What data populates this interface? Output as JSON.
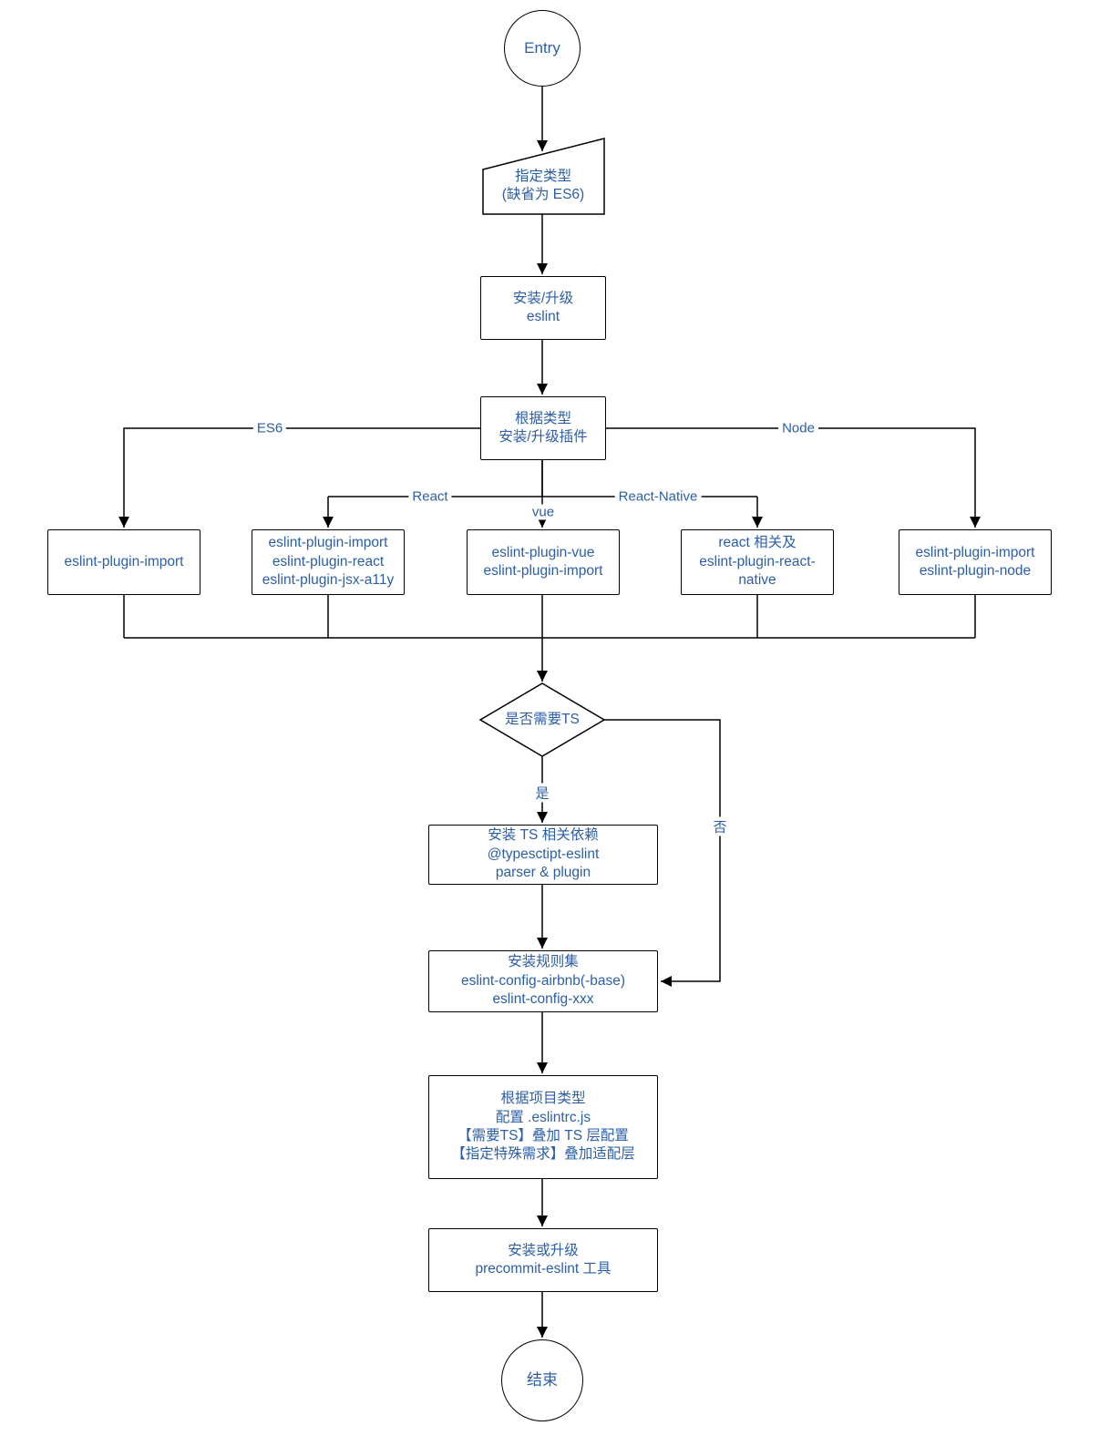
{
  "diagram": {
    "nodes": {
      "entry": {
        "label": "Entry"
      },
      "specify_type": {
        "label": "指定类型\n(缺省为 ES6)"
      },
      "install_eslint": {
        "label": "安装/升级\neslint"
      },
      "install_plugins": {
        "label": "根据类型\n安装/升级插件"
      },
      "plugins_es6": {
        "label": "eslint-plugin-import"
      },
      "plugins_react": {
        "label": "eslint-plugin-import\neslint-plugin-react\neslint-plugin-jsx-a11y"
      },
      "plugins_vue": {
        "label": "eslint-plugin-vue\neslint-plugin-import"
      },
      "plugins_react_native": {
        "label": "react 相关及\neslint-plugin-react-\nnative"
      },
      "plugins_node": {
        "label": "eslint-plugin-import\neslint-plugin-node"
      },
      "need_ts": {
        "label": "是否需要TS"
      },
      "ts_deps": {
        "label": "安装 TS 相关依赖\n@typesctipt-eslint\nparser & plugin"
      },
      "ruleset": {
        "label": "安装规则集\neslint-config-airbnb(-base)\neslint-config-xxx"
      },
      "configure": {
        "label": "根据项目类型\n配置 .eslintrc.js\n【需要TS】叠加 TS 层配置\n【指定特殊需求】叠加适配层"
      },
      "precommit": {
        "label": "安装或升级\nprecommit-eslint 工具"
      },
      "end": {
        "label": "结束"
      }
    },
    "edge_labels": {
      "es6": "ES6",
      "react": "React",
      "vue": "vue",
      "react_native": "React-Native",
      "node": "Node",
      "yes": "是",
      "no": "否"
    },
    "colors": {
      "text": "#2b5ea7",
      "stroke": "#000000",
      "background": "#ffffff"
    }
  }
}
